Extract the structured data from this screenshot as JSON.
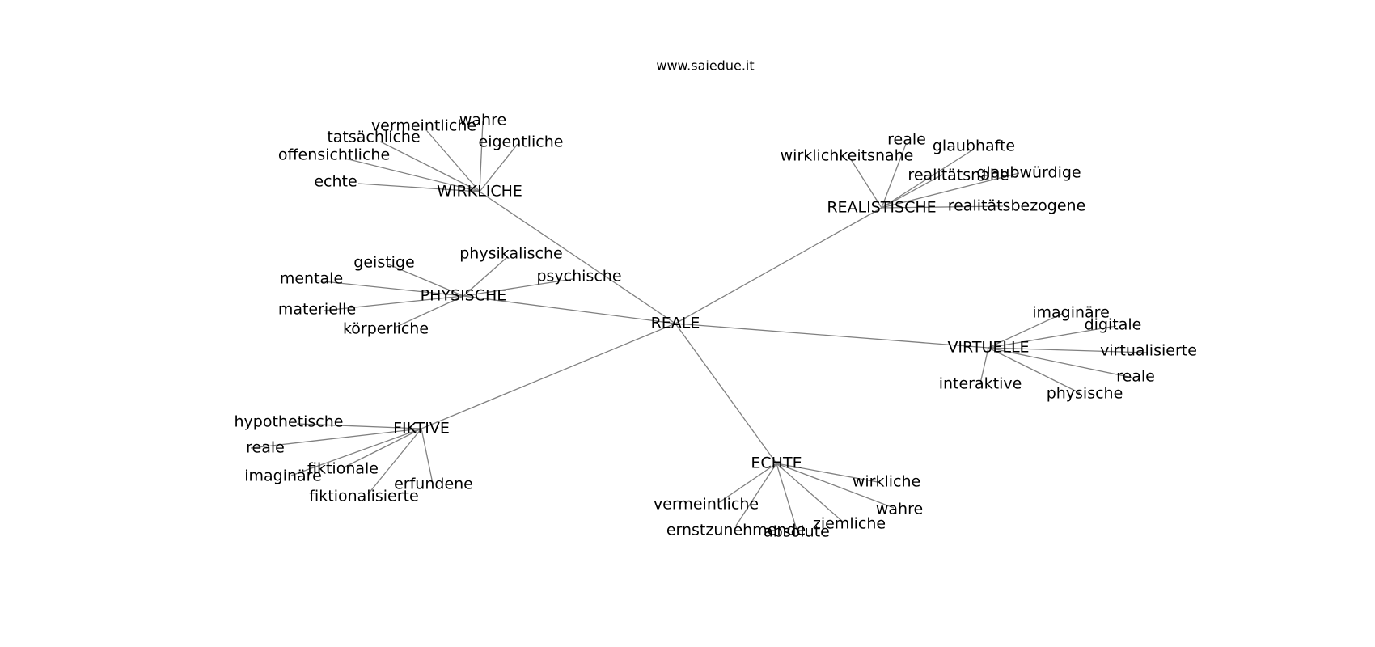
{
  "source": "www.saiedue.it",
  "root": "REALE",
  "groups": [
    {
      "id": "wirkliche",
      "label": "WIRKLICHE",
      "children": [
        "wahre",
        "vermeintliche",
        "tatsächliche",
        "eigentliche",
        "offensichtliche",
        "echte"
      ]
    },
    {
      "id": "realistische",
      "label": "REALISTISCHE",
      "children": [
        "reale",
        "glaubhafte",
        "wirklichkeitsnahe",
        "realitätsnahe",
        "glaubwürdige",
        "realitätsbezogene"
      ]
    },
    {
      "id": "physische",
      "label": "PHYSISCHE",
      "children": [
        "physikalische",
        "geistige",
        "psychische",
        "mentale",
        "materielle",
        "körperliche"
      ]
    },
    {
      "id": "virtuelle",
      "label": "VIRTUELLE",
      "children": [
        "imaginäre",
        "digitale",
        "virtualisierte",
        "reale",
        "interaktive",
        "physische"
      ]
    },
    {
      "id": "fiktive",
      "label": "FIKTIVE",
      "children": [
        "hypothetische",
        "reale",
        "fiktionale",
        "imaginäre",
        "erfundene",
        "fiktionalisierte"
      ]
    },
    {
      "id": "echte",
      "label": "ECHTE",
      "children": [
        "wirkliche",
        "wahre",
        "vermeintliche",
        "ziemliche",
        "ernstzunehmende",
        "absolute"
      ]
    }
  ]
}
